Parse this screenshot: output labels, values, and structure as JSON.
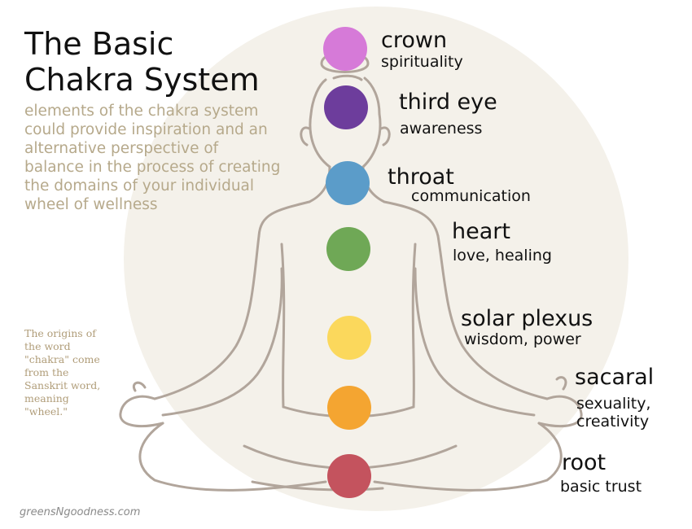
{
  "title_lines": [
    "The Basic",
    "Chakra System"
  ],
  "intro_lines": [
    "elements of the chakra system",
    "could provide inspiration and an",
    "alternative perspective of",
    "balance in the process of creating",
    "the domains of your individual",
    "wheel of wellness"
  ],
  "origins_lines": [
    "The origins of",
    "the word",
    "\"chakra\" come",
    "from the",
    "Sanskrit word,",
    "meaning",
    "\"wheel.\""
  ],
  "credit": "greensNgoodness.com",
  "colors": {
    "background_circle": "#f4f1ea",
    "outline": "#b1a59b",
    "intro_text": "#b6a98b",
    "origins_text": "#b09d79"
  },
  "chakras": [
    {
      "name": "crown",
      "meaning_lines": [
        "spirituality"
      ],
      "color": "#d67ad8"
    },
    {
      "name": "third eye",
      "meaning_lines": [
        "awareness"
      ],
      "color": "#6d3d9c"
    },
    {
      "name": "throat",
      "meaning_lines": [
        "communication"
      ],
      "color": "#5b9cc9"
    },
    {
      "name": "heart",
      "meaning_lines": [
        "love, healing"
      ],
      "color": "#6fa856"
    },
    {
      "name": "solar plexus",
      "meaning_lines": [
        "wisdom, power"
      ],
      "color": "#fbd85c"
    },
    {
      "name": "sacaral",
      "meaning_lines": [
        "sexuality,",
        "creativity"
      ],
      "color": "#f4a531"
    },
    {
      "name": "root",
      "meaning_lines": [
        "basic trust"
      ],
      "color": "#c4535e"
    }
  ]
}
